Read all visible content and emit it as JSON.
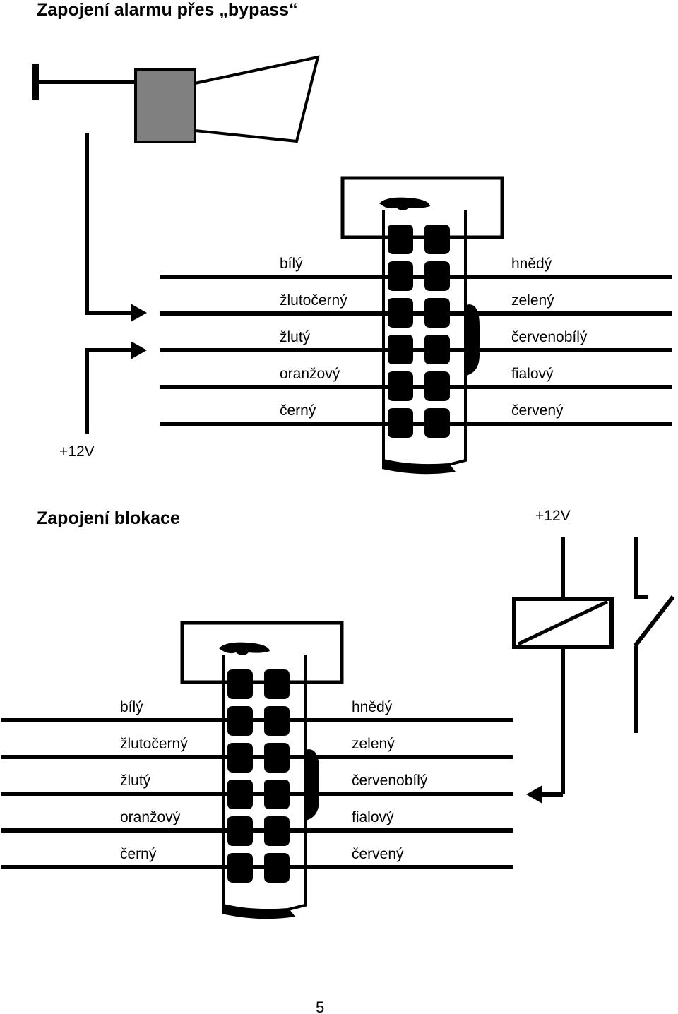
{
  "section1": {
    "title": "Zapojení alarmu přes „bypass“",
    "supply_label": "+12V",
    "left_wires": [
      "bílý",
      "žlutočerný",
      "žlutý",
      "oranžový",
      "černý"
    ],
    "right_wires": [
      "hnědý",
      "zelený",
      "červenobílý",
      "fialový",
      "červený"
    ],
    "siren_icon": "siren-icon"
  },
  "section2": {
    "title": "Zapojení blokace",
    "supply_label": "+12V",
    "left_wires": [
      "bílý",
      "žlutočerný",
      "žlutý",
      "oranžový",
      "černý"
    ],
    "right_wires": [
      "hnědý",
      "zelený",
      "červenobílý",
      "fialový",
      "červený"
    ],
    "relay_icon": "relay-icon"
  },
  "page_number": "5",
  "colors": {
    "ink": "#000000",
    "siren_body": "#808080",
    "paper": "#ffffff"
  }
}
